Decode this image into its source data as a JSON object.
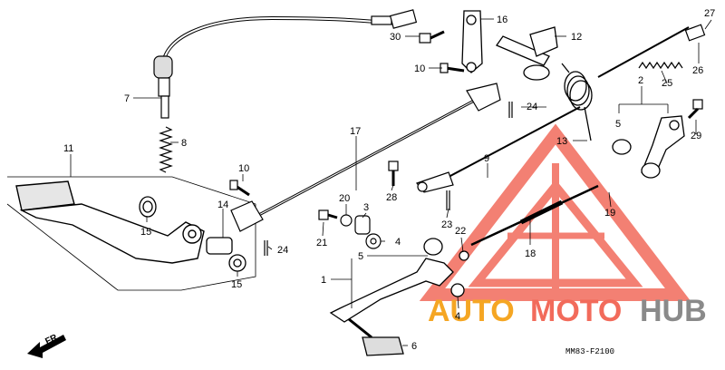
{
  "diagram": {
    "code": "MM83-F2100",
    "direction_label": "FR.",
    "watermark": {
      "prefix": "AUTO",
      "middle": "MOTO",
      "suffix": "HUB",
      "colors": {
        "orange": "#f5a623",
        "red": "#f26b5b",
        "grey": "#8a8a8a"
      }
    },
    "callouts": [
      {
        "id": "c1",
        "label": "1"
      },
      {
        "id": "c3",
        "label": "3"
      },
      {
        "id": "c4a",
        "label": "4"
      },
      {
        "id": "c4b",
        "label": "4"
      },
      {
        "id": "c5a",
        "label": "5"
      },
      {
        "id": "c5b",
        "label": "5"
      },
      {
        "id": "c6",
        "label": "6"
      },
      {
        "id": "c7",
        "label": "7"
      },
      {
        "id": "c8",
        "label": "8"
      },
      {
        "id": "c9",
        "label": "9"
      },
      {
        "id": "c10a",
        "label": "10"
      },
      {
        "id": "c10b",
        "label": "10"
      },
      {
        "id": "c11",
        "label": "11"
      },
      {
        "id": "c12",
        "label": "12"
      },
      {
        "id": "c13",
        "label": "13"
      },
      {
        "id": "c14",
        "label": "14"
      },
      {
        "id": "c15a",
        "label": "15"
      },
      {
        "id": "c15b",
        "label": "15"
      },
      {
        "id": "c16",
        "label": "16"
      },
      {
        "id": "c17",
        "label": "17"
      },
      {
        "id": "c18",
        "label": "18"
      },
      {
        "id": "c19",
        "label": "19"
      },
      {
        "id": "c2",
        "label": "2"
      },
      {
        "id": "c20",
        "label": "20"
      },
      {
        "id": "c21",
        "label": "21"
      },
      {
        "id": "c22",
        "label": "22"
      },
      {
        "id": "c23",
        "label": "23"
      },
      {
        "id": "c24a",
        "label": "24"
      },
      {
        "id": "c24b",
        "label": "24"
      },
      {
        "id": "c25",
        "label": "25"
      },
      {
        "id": "c26",
        "label": "26"
      },
      {
        "id": "c27",
        "label": "27"
      },
      {
        "id": "c28",
        "label": "28"
      },
      {
        "id": "c29",
        "label": "29"
      },
      {
        "id": "c30",
        "label": "30"
      }
    ]
  }
}
